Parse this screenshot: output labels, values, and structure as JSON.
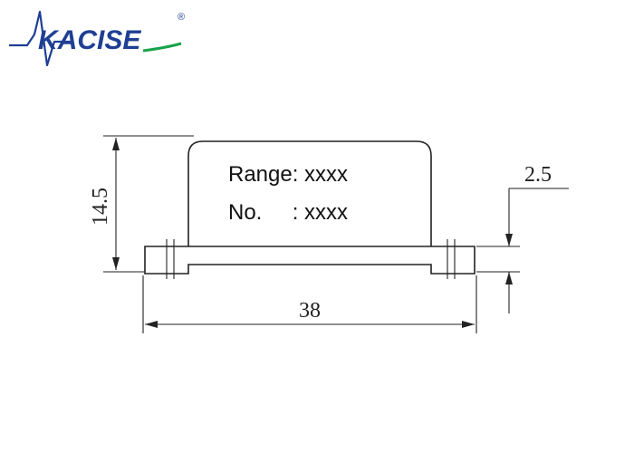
{
  "logo": {
    "brand": "KACISE",
    "registered_mark": "®",
    "brand_color": "#1f3f94",
    "accent_color": "#19a34a"
  },
  "drawing": {
    "label_range": "Range: xxxx",
    "label_no": "No.     : xxxx",
    "dim_height": "14.5",
    "dim_width": "38",
    "dim_flange": "2.5"
  }
}
